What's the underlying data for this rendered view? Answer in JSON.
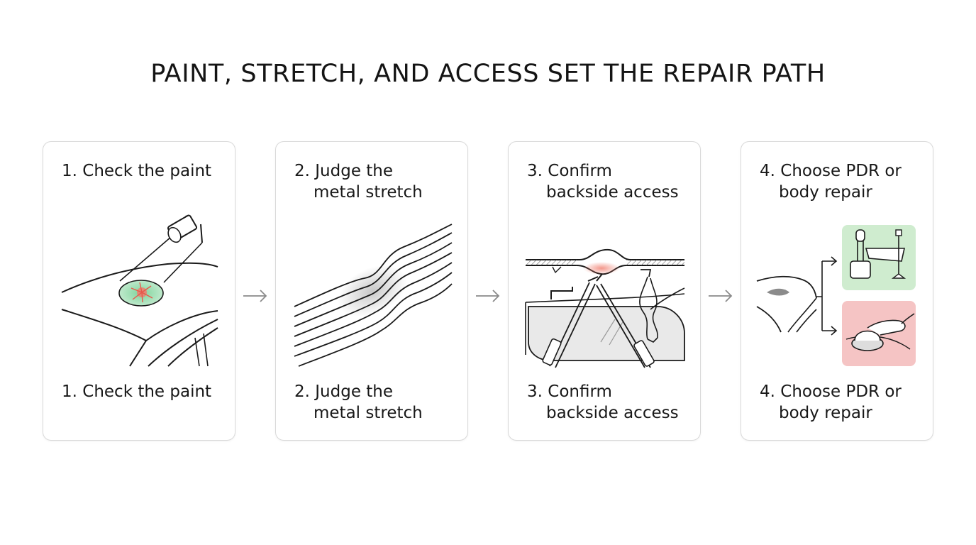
{
  "title": "PAINT, STRETCH, AND ACCESS SET THE REPAIR PATH",
  "steps": [
    {
      "title_line1": "1. Check the paint",
      "title_line2": "",
      "caption_line1": "1. Check the paint",
      "caption_line2": "",
      "icon": "flashlight-on-paint-icon"
    },
    {
      "title_line1": "2. Judge the",
      "title_line2": "metal stretch",
      "caption_line1": "2. Judge the",
      "caption_line2": "metal stretch",
      "icon": "stretched-metal-lines-icon"
    },
    {
      "title_line1": "3. Confirm",
      "title_line2": "backside access",
      "caption_line1": "3. Confirm",
      "caption_line2": "backside access",
      "icon": "backside-tools-icon"
    },
    {
      "title_line1": "4. Choose PDR or",
      "title_line2": "body repair",
      "caption_line1": "4. Choose PDR or",
      "caption_line2": "body repair",
      "icon": "pdr-vs-body-repair-icon"
    }
  ],
  "colors": {
    "paint_check": "#8fd6a8",
    "paint_damage": "#f07d6e",
    "pdr_option": "#cfeccf",
    "body_option": "#f5c4c4",
    "card_border": "#d9d9d9",
    "arrow": "#8a8a8a"
  }
}
